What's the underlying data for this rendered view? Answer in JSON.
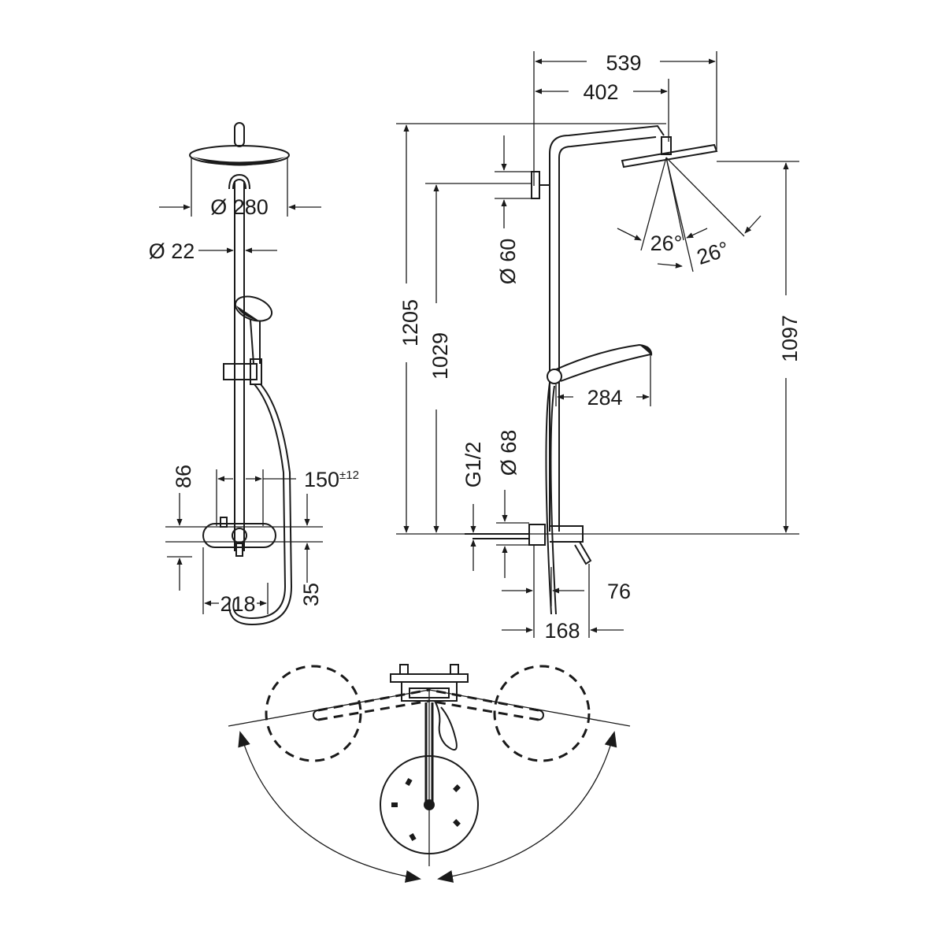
{
  "dimensions": {
    "head_diameter": "Ø 280",
    "bar_diameter": "Ø 22",
    "spacing_86": "86",
    "spacing_150": "150",
    "spacing_150_tol": "±12",
    "offset_35": "35",
    "width_218": "218",
    "reach_539": "539",
    "reach_402": "402",
    "height_1205": "1205",
    "height_1029": "1029",
    "height_1097": "1097",
    "pipe_diameter_60": "Ø 60",
    "angle_1": "26°",
    "angle_2": "26°",
    "hand_284": "284",
    "thread": "G1/2",
    "pipe_diameter_68": "Ø 68",
    "depth_76": "76",
    "depth_168": "168"
  }
}
